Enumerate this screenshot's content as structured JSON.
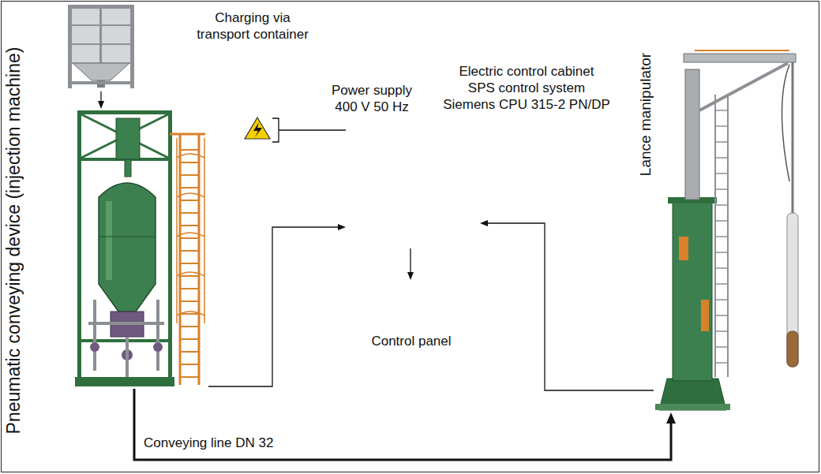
{
  "diagram": {
    "nodes": [
      {
        "text": [
          "Charging via transport container"
        ]
      },
      {
        "text": [
          "Pneumatic conveying device (injection machine)"
        ]
      },
      {
        "text": [
          "Power supply 400 V 50 Hz"
        ]
      },
      {
        "text": [
          "Electric control cabinet",
          "SPS control system",
          "Siemens CPU 315-2 PN/DP"
        ]
      },
      {
        "text": [
          "Control panel"
        ]
      },
      {
        "text": [
          "Lance manipulator"
        ]
      }
    ],
    "edges": [
      {
        "from": 0,
        "to": 1,
        "arrow": "to"
      },
      {
        "from": 1,
        "to": 3,
        "arrow": "to"
      },
      {
        "from": 2,
        "to": 3,
        "arrow": "none"
      },
      {
        "from": 5,
        "to": 3,
        "arrow": "to"
      },
      {
        "from": 3,
        "to": 4,
        "arrow": "to"
      },
      {
        "from": 1,
        "to": 5,
        "label": "Conveying line DN 32",
        "arrow": "to"
      }
    ]
  }
}
